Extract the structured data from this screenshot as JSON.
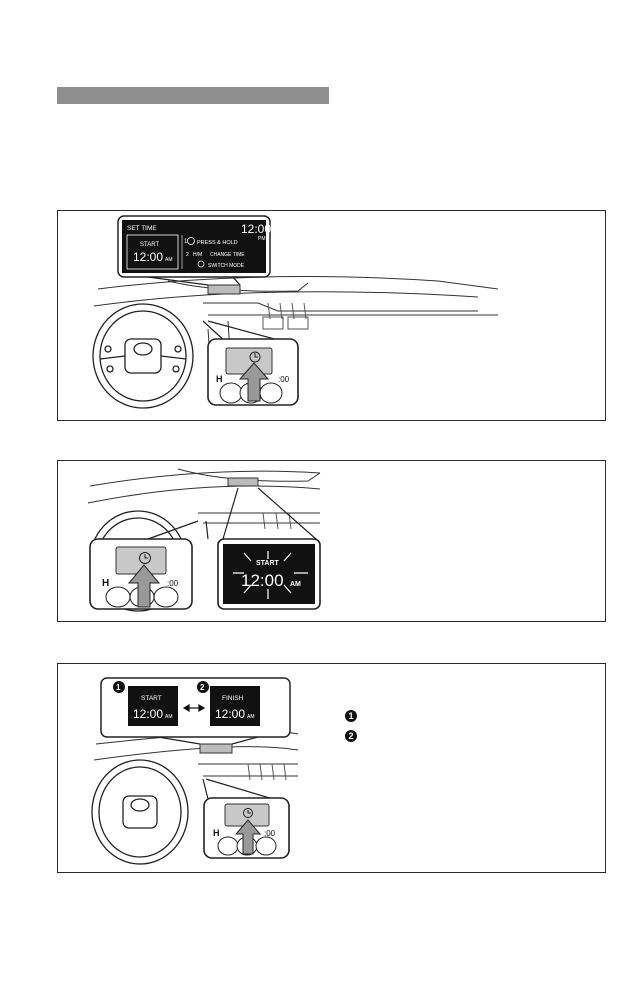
{
  "header": {
    "section_bar": ""
  },
  "panel1": {
    "display": {
      "title": "SET TIME",
      "start_label": "START",
      "start_time": "12:00",
      "start_ampm": "AM",
      "clock_time": "12:00",
      "clock_ampm": "PM",
      "step1_num": "1",
      "step1_text": "PRESS & HOLD",
      "step2_num": "2",
      "step2_key": "H/M",
      "step2_text": "CHANGE TIME",
      "step3_text": "SWITCH MODE"
    },
    "button_panel": {
      "h_label": "H",
      "m_label": ":00"
    }
  },
  "panel2": {
    "button_panel": {
      "h_label": "H",
      "m_label": ":00"
    },
    "display": {
      "start_label": "START",
      "time": "12:00",
      "ampm": "AM"
    }
  },
  "panel3": {
    "display": {
      "badge1": "1",
      "badge2": "2",
      "start_label": "START",
      "start_time": "12:00",
      "start_ampm": "AM",
      "finish_label": "FINISH",
      "finish_time": "12:00",
      "finish_ampm": "AM"
    },
    "button_panel": {
      "h_label": "H",
      "m_label": ":00"
    },
    "side_list": {
      "item1": "1",
      "item2": "2"
    }
  },
  "icons": [
    "clock-icon",
    "mode-icon",
    "double-arrow-icon",
    "press-arrow-icon",
    "steering-wheel-icon"
  ],
  "colors": {
    "lcd_bg": "#111111",
    "button_gray": "#c8c8c8",
    "bar_gray": "#8f8f8f"
  }
}
